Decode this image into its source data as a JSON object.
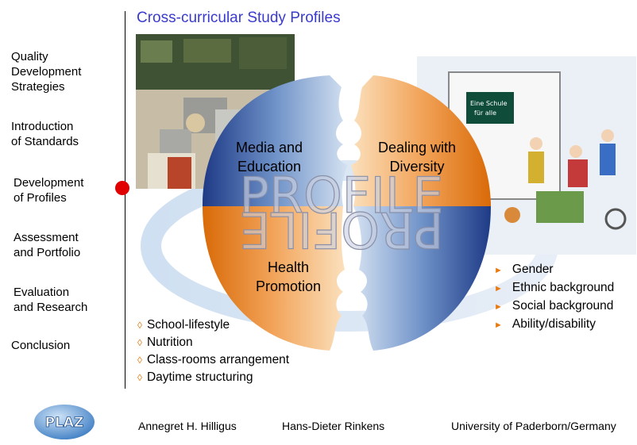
{
  "nav": {
    "items": [
      "Quality Development Strategies",
      "Introduction of Standards",
      "Development of Profiles",
      "Assessment and Portfolio",
      "Evaluation and Research",
      "Conclusion"
    ],
    "item0_l1": "Quality",
    "item0_l2": "Development",
    "item0_l3": "Strategies",
    "item1_l1": "Introduction",
    "item1_l2": "of Standards",
    "item2_l1": "Development",
    "item2_l2": "of Profiles",
    "item3_l1": "Assessment",
    "item3_l2": "and Portfolio",
    "item4_l1": "Evaluation",
    "item4_l2": "and Research",
    "item5_l1": "Conclusion",
    "active_index": 2
  },
  "title": "Cross-curricular Study Profiles",
  "quadrants": {
    "media_l1": "Media and",
    "media_l2": "Education",
    "diversity_l1": "Dealing with",
    "diversity_l2": "Diversity",
    "health_l1": "Health",
    "health_l2": "Promotion"
  },
  "profile_word": "PROFILE",
  "photo2_sign_l1": "Eine Schule",
  "photo2_sign_l2": "für alle",
  "health_bullets": [
    "School-lifestyle",
    "Nutrition",
    "Class-rooms arrangement",
    "Daytime structuring"
  ],
  "diversity_bullets": [
    "Gender",
    "Ethnic background",
    "Social background",
    "Ability/disability"
  ],
  "footer": {
    "author1": "Annegret H. Hilligus",
    "author2": "Hans-Dieter Rinkens",
    "institution": "University of Paderborn/Germany"
  },
  "logo_text": "PLAZ",
  "colors": {
    "accent_red": "#e00000",
    "title_blue": "#3a3acd",
    "orange": "#e87a10",
    "blue": "#2a4d9a"
  }
}
